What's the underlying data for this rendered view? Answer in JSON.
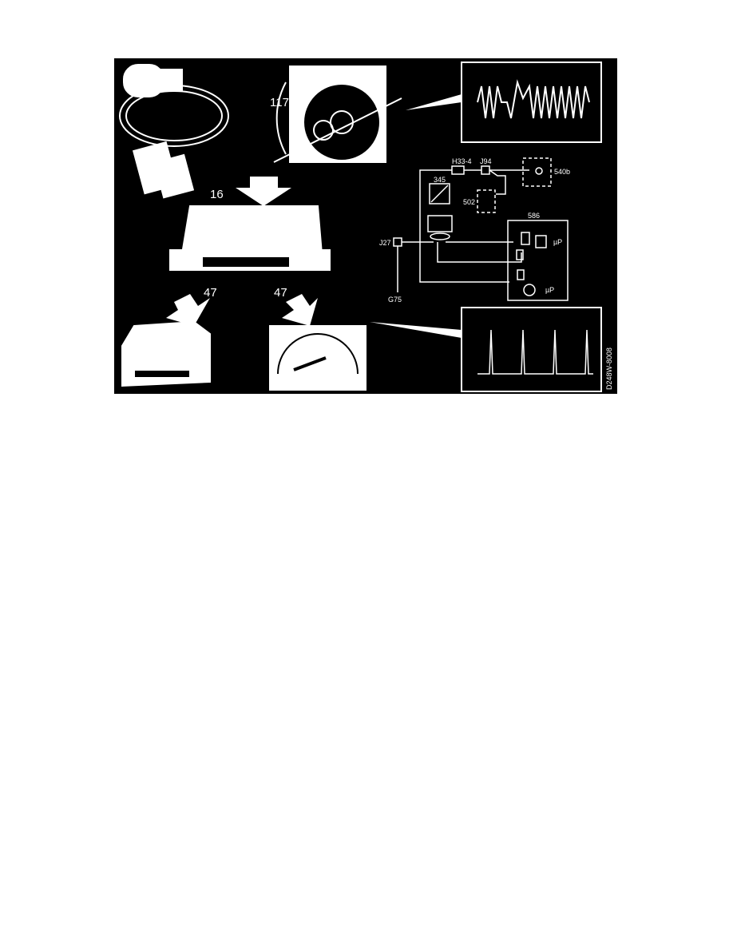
{
  "figure": {
    "labels": {
      "angle": "117°",
      "control_unit_ref": "16",
      "output_left_ref": "47",
      "output_right_ref": "47",
      "fuse": "H33-4",
      "junction_top": "J94",
      "module_right": "540b",
      "module_mid": "502",
      "converter": "345",
      "unit": "586",
      "junction_left": "J27",
      "ground": "G75",
      "output1": "µP",
      "output2": "µP",
      "figure_code": "D248W-8008"
    },
    "colors": {
      "background": "#000000",
      "line": "#ffffff"
    }
  }
}
